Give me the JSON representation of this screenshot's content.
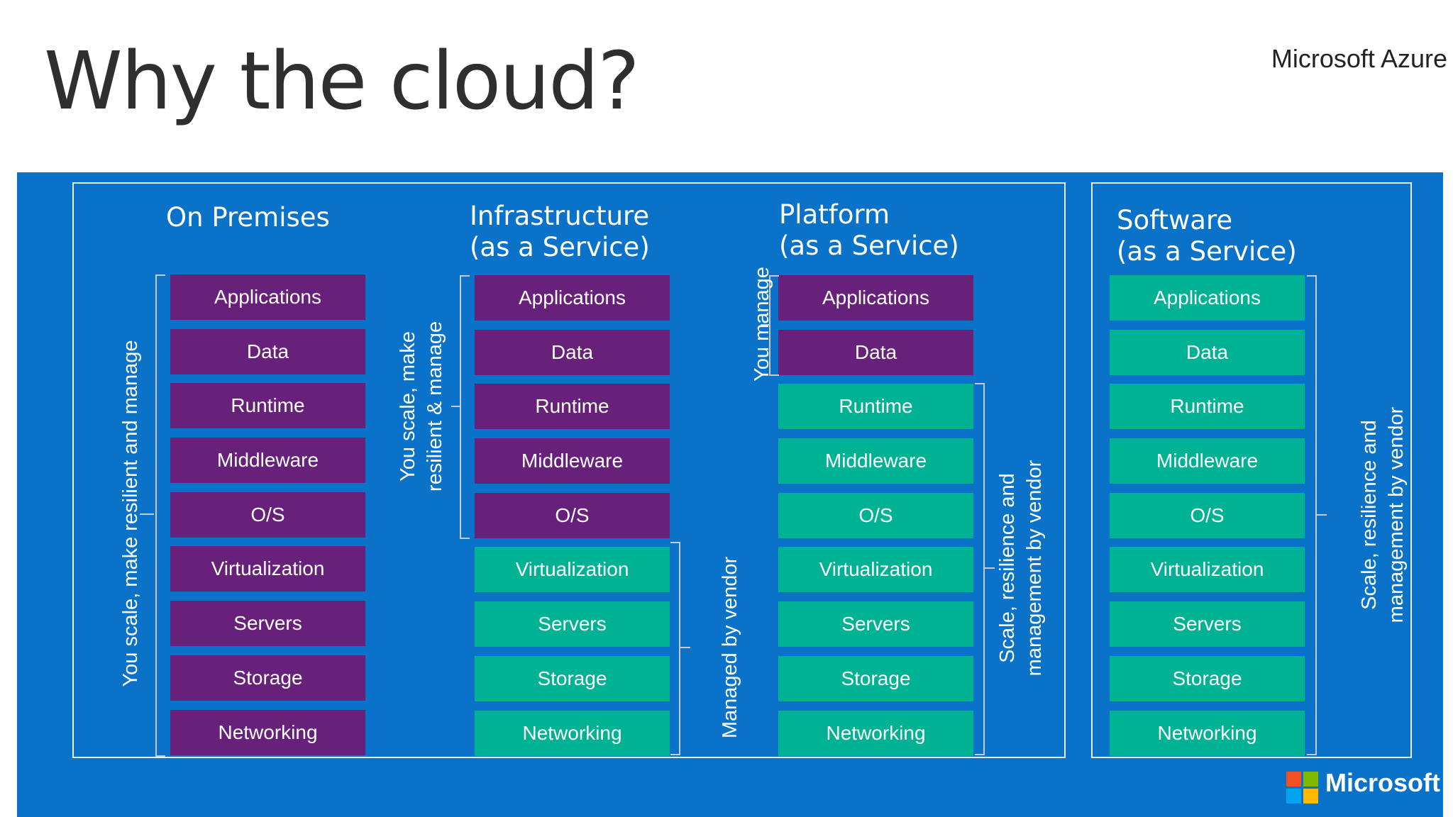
{
  "slide": {
    "title": "Why the cloud?",
    "brand": "Microsoft Azure",
    "footer_brand": "Microsoft"
  },
  "colors": {
    "panel": "#0a72c8",
    "customer_managed": "#68217a",
    "vendor_managed": "#00b294"
  },
  "columns": [
    {
      "title": "On Premises",
      "subtitle": "",
      "layers": [
        "Applications",
        "Data",
        "Runtime",
        "Middleware",
        "O/S",
        "Virtualization",
        "Servers",
        "Storage",
        "Networking"
      ],
      "managed_by_you_count": 9,
      "labels": {
        "you": "You scale, make resilient and manage"
      }
    },
    {
      "title": "Infrastructure",
      "subtitle": "(as a Service)",
      "layers": [
        "Applications",
        "Data",
        "Runtime",
        "Middleware",
        "O/S",
        "Virtualization",
        "Servers",
        "Storage",
        "Networking"
      ],
      "managed_by_you_count": 5,
      "labels": {
        "you_line1": "You scale, make",
        "you_line2": "resilient & manage",
        "vendor": "Managed by vendor"
      }
    },
    {
      "title": "Platform",
      "subtitle": "(as a Service)",
      "layers": [
        "Applications",
        "Data",
        "Runtime",
        "Middleware",
        "O/S",
        "Virtualization",
        "Servers",
        "Storage",
        "Networking"
      ],
      "managed_by_you_count": 2,
      "labels": {
        "you": "You manage",
        "vendor_line1": "Scale, resilience and",
        "vendor_line2": "management by vendor"
      }
    },
    {
      "title": "Software",
      "subtitle": "(as a Service)",
      "layers": [
        "Applications",
        "Data",
        "Runtime",
        "Middleware",
        "O/S",
        "Virtualization",
        "Servers",
        "Storage",
        "Networking"
      ],
      "managed_by_you_count": 0,
      "labels": {
        "vendor_line1": "Scale, resilience and",
        "vendor_line2": "management by vendor"
      }
    }
  ]
}
